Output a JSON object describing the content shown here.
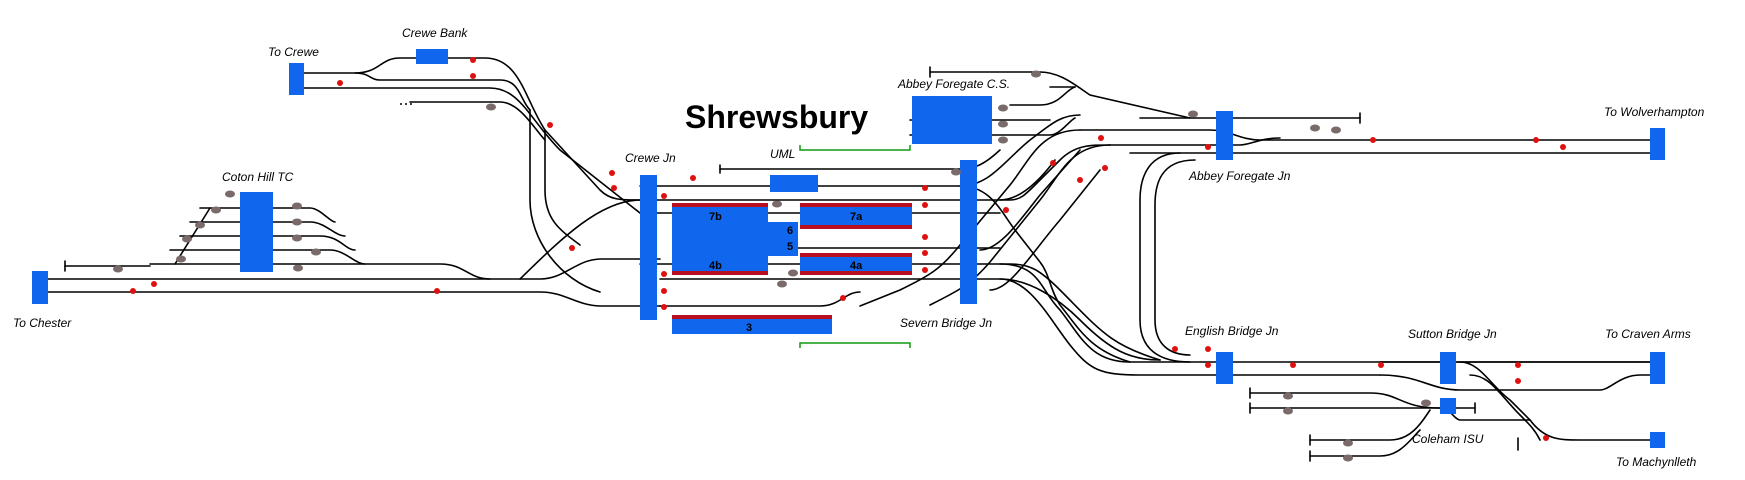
{
  "title": "Shrewsbury",
  "labels": {
    "to_crewe": "To Crewe",
    "crewe_bank": "Crewe Bank",
    "coton_hill_tc": "Coton Hill TC",
    "to_chester": "To Chester",
    "crewe_jn": "Crewe Jn",
    "uml": "UML",
    "abbey_foregate_cs": "Abbey Foregate C.S.",
    "abbey_foregate_jn": "Abbey Foregate Jn",
    "to_wolverhampton": "To Wolverhampton",
    "severn_bridge_jn": "Severn Bridge Jn",
    "english_bridge_jn": "English Bridge Jn",
    "sutton_bridge_jn": "Sutton Bridge Jn",
    "to_craven_arms": "To Craven Arms",
    "coleham_isu": "Coleham ISU",
    "to_machynlleth": "To Machynlleth"
  },
  "platforms": {
    "p7b": "7b",
    "p7a": "7a",
    "p6": "6",
    "p5": "5",
    "p4b": "4b",
    "p4a": "4a",
    "p3": "3"
  },
  "colors": {
    "background": "#ffffff",
    "track": "#000000",
    "block": "#1166ee",
    "platform_edge": "#b81020",
    "main_signal": "#e01010",
    "shunt_signal": "#7a6a6a",
    "bracket": "#119911"
  }
}
